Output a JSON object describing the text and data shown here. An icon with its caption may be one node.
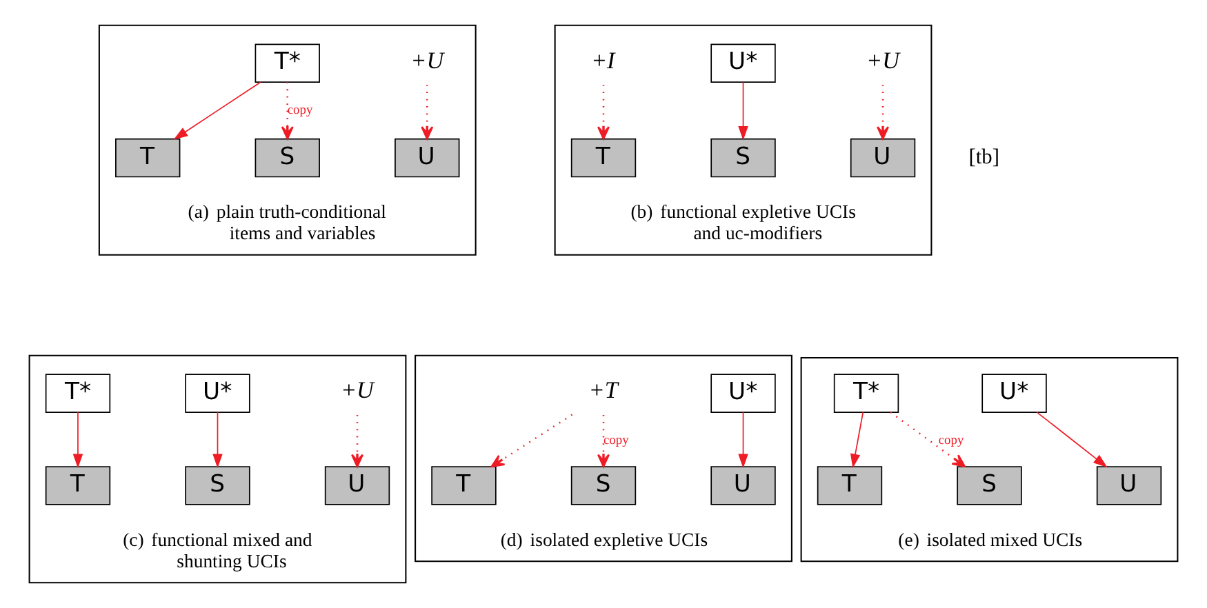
{
  "diagram": {
    "nodes": [
      {
        "text": [
          "(a)",
          "plain truth-conditional items and variables"
        ]
      },
      {
        "text": [
          "T*"
        ],
        "in": 0
      },
      {
        "text": [
          "+U"
        ],
        "in": 0
      },
      {
        "text": [
          "T"
        ],
        "in": 0
      },
      {
        "text": [
          "S"
        ],
        "in": 0
      },
      {
        "text": [
          "U"
        ],
        "in": 0
      },
      {
        "text": [
          "(b)",
          "functional expletive UCIs and uc-modifiers"
        ]
      },
      {
        "text": [
          "+I"
        ],
        "in": 6
      },
      {
        "text": [
          "U*"
        ],
        "in": 6
      },
      {
        "text": [
          "+U"
        ],
        "in": 6
      },
      {
        "text": [
          "T"
        ],
        "in": 6
      },
      {
        "text": [
          "S"
        ],
        "in": 6
      },
      {
        "text": [
          "U"
        ],
        "in": 6
      },
      {
        "text": [
          "(c)",
          "functional mixed and shunting UCIs"
        ]
      },
      {
        "text": [
          "T*"
        ],
        "in": 13
      },
      {
        "text": [
          "U*"
        ],
        "in": 13
      },
      {
        "text": [
          "+U"
        ],
        "in": 13
      },
      {
        "text": [
          "T"
        ],
        "in": 13
      },
      {
        "text": [
          "S"
        ],
        "in": 13
      },
      {
        "text": [
          "U"
        ],
        "in": 13
      },
      {
        "text": [
          "(d)",
          "isolated expletive UCIs"
        ]
      },
      {
        "text": [
          "+T"
        ],
        "in": 20
      },
      {
        "text": [
          "U*"
        ],
        "in": 20
      },
      {
        "text": [
          "T"
        ],
        "in": 20
      },
      {
        "text": [
          "S"
        ],
        "in": 20
      },
      {
        "text": [
          "U"
        ],
        "in": 20
      },
      {
        "text": [
          "(e)",
          "isolated mixed UCIs"
        ]
      },
      {
        "text": [
          "T*"
        ],
        "in": 26
      },
      {
        "text": [
          "U*"
        ],
        "in": 26
      },
      {
        "text": [
          "T"
        ],
        "in": 26
      },
      {
        "text": [
          "S"
        ],
        "in": 26
      },
      {
        "text": [
          "U"
        ],
        "in": 26
      }
    ],
    "edges": [
      {
        "from": 1,
        "to": 3,
        "arrow": "to"
      },
      {
        "from": 1,
        "to": 4,
        "arrow": "to",
        "style": "dashed",
        "label": "copy"
      },
      {
        "from": 2,
        "to": 5,
        "arrow": "to",
        "style": "dashed"
      },
      {
        "from": 7,
        "to": 10,
        "arrow": "to",
        "style": "dashed"
      },
      {
        "from": 8,
        "to": 11,
        "arrow": "to"
      },
      {
        "from": 9,
        "to": 12,
        "arrow": "to",
        "style": "dashed"
      },
      {
        "from": 14,
        "to": 17,
        "arrow": "to"
      },
      {
        "from": 15,
        "to": 18,
        "arrow": "to"
      },
      {
        "from": 16,
        "to": 19,
        "arrow": "to",
        "style": "dashed"
      },
      {
        "from": 21,
        "to": 23,
        "arrow": "to",
        "style": "dashed"
      },
      {
        "from": 21,
        "to": 24,
        "arrow": "to",
        "style": "dashed",
        "label": "copy"
      },
      {
        "from": 22,
        "to": 25,
        "arrow": "to"
      },
      {
        "from": 27,
        "to": 29,
        "arrow": "to"
      },
      {
        "from": 27,
        "to": 30,
        "arrow": "to",
        "style": "dashed",
        "label": "copy"
      },
      {
        "from": 28,
        "to": 31,
        "arrow": "to"
      }
    ],
    "labels": [
      "[tb]"
    ]
  }
}
